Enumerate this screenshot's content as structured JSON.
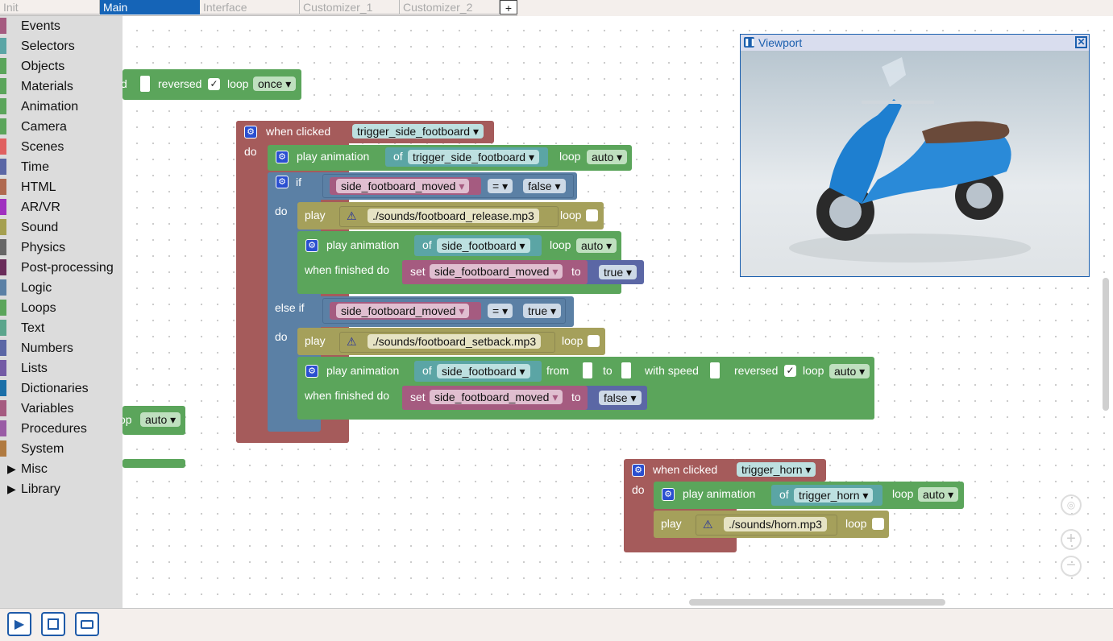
{
  "tabs": [
    "Init",
    "Main",
    "Interface",
    "Customizer_1",
    "Customizer_2",
    "+"
  ],
  "sidebar": {
    "categories": [
      {
        "label": "Events",
        "color": "#a55b80"
      },
      {
        "label": "Selectors",
        "color": "#5ba5a5"
      },
      {
        "label": "Objects",
        "color": "#5ba55b"
      },
      {
        "label": "Materials",
        "color": "#5ba55b"
      },
      {
        "label": "Animation",
        "color": "#5ba55b"
      },
      {
        "label": "Camera",
        "color": "#5ba55b"
      },
      {
        "label": "Scenes",
        "color": "#e06060"
      },
      {
        "label": "Time",
        "color": "#5b67a5"
      },
      {
        "label": "HTML",
        "color": "#b06a50"
      },
      {
        "label": "AR/VR",
        "color": "#a030c0"
      },
      {
        "label": "Sound",
        "color": "#a5a050"
      },
      {
        "label": "Physics",
        "color": "#666666"
      },
      {
        "label": "Post-processing",
        "color": "#6a2c5a"
      },
      {
        "label": "Logic",
        "color": "#5b80a5"
      },
      {
        "label": "Loops",
        "color": "#5ba55b"
      },
      {
        "label": "Text",
        "color": "#5ba58c"
      },
      {
        "label": "Numbers",
        "color": "#5b67a5"
      },
      {
        "label": "Lists",
        "color": "#745ba5"
      },
      {
        "label": "Dictionaries",
        "color": "#1a6fa8"
      },
      {
        "label": "Variables",
        "color": "#a55b80"
      },
      {
        "label": "Procedures",
        "color": "#995ba5"
      },
      {
        "label": "System",
        "color": "#b07a40"
      }
    ],
    "tree_items": [
      "Misc",
      "Library"
    ]
  },
  "blocks": {
    "top_partial": {
      "d": "d",
      "reversed": "reversed",
      "loop": "loop",
      "loop_value": "once"
    },
    "left_partial": {
      "op": "op",
      "value": "auto"
    },
    "event1": {
      "when_clicked": "when clicked",
      "target": "trigger_side_footboard",
      "do": "do",
      "play_animation": "play animation",
      "of": "of",
      "anim_target": "trigger_side_footboard",
      "loop": "loop",
      "loop_value": "auto",
      "if": "if",
      "var": "side_footboard_moved",
      "eq": "=",
      "cmp_false": "false",
      "play": "play",
      "sound_release": "./sounds/footboard_release.mp3",
      "anim_target2": "side_footboard",
      "when_finished_do": "when finished do",
      "set": "set",
      "to": "to",
      "val_true": "true",
      "else_if": "else if",
      "cmp_true": "true",
      "sound_setback": "./sounds/footboard_setback.mp3",
      "from": "from",
      "to_kw": "to",
      "with_speed": "with speed",
      "reversed": "reversed",
      "val_false": "false"
    },
    "event2": {
      "when_clicked": "when clicked",
      "target": "trigger_horn",
      "do": "do",
      "play_animation": "play animation",
      "of": "of",
      "anim_target": "trigger_horn",
      "loop": "loop",
      "loop_value": "auto",
      "play": "play",
      "sound": "./sounds/horn.mp3"
    }
  },
  "viewport": {
    "title": "Viewport"
  },
  "colors": {
    "event": "#a55b5b",
    "animation": "#5ba55b",
    "logic": "#5b80a5",
    "sound": "#a5a05b",
    "selector": "#5ba5a5",
    "variable": "#a55b80",
    "accent": "#1564b7"
  }
}
